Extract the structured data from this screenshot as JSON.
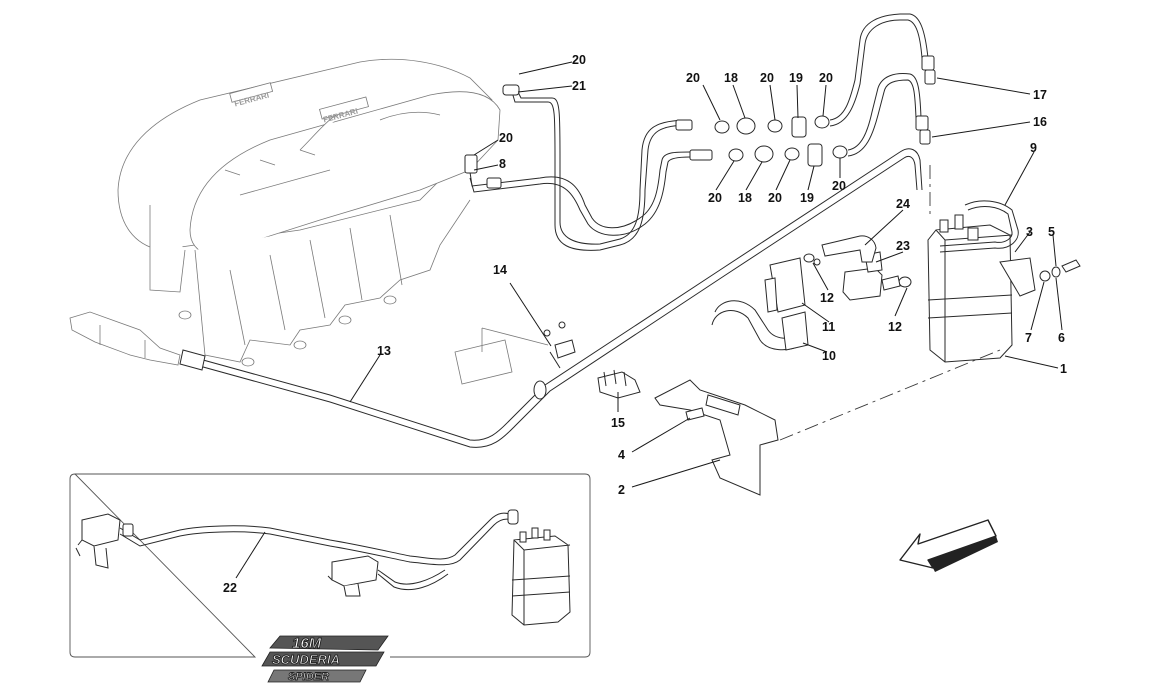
{
  "diagram": {
    "callouts": [
      {
        "id": "c20a",
        "text": "20"
      },
      {
        "id": "c21",
        "text": "21"
      },
      {
        "id": "c20b",
        "text": "20"
      },
      {
        "id": "c8",
        "text": "8"
      },
      {
        "id": "c20c",
        "text": "20"
      },
      {
        "id": "c18a",
        "text": "18"
      },
      {
        "id": "c20d",
        "text": "20"
      },
      {
        "id": "c19a",
        "text": "19"
      },
      {
        "id": "c20e",
        "text": "20"
      },
      {
        "id": "c20f",
        "text": "20"
      },
      {
        "id": "c18b",
        "text": "18"
      },
      {
        "id": "c20g",
        "text": "20"
      },
      {
        "id": "c19b",
        "text": "19"
      },
      {
        "id": "c20h",
        "text": "20"
      },
      {
        "id": "c17",
        "text": "17"
      },
      {
        "id": "c16",
        "text": "16"
      },
      {
        "id": "c9",
        "text": "9"
      },
      {
        "id": "c24",
        "text": "24"
      },
      {
        "id": "c23",
        "text": "23"
      },
      {
        "id": "c3",
        "text": "3"
      },
      {
        "id": "c5",
        "text": "5"
      },
      {
        "id": "c12a",
        "text": "12"
      },
      {
        "id": "c12b",
        "text": "12"
      },
      {
        "id": "c11",
        "text": "11"
      },
      {
        "id": "c10",
        "text": "10"
      },
      {
        "id": "c7",
        "text": "7"
      },
      {
        "id": "c6",
        "text": "6"
      },
      {
        "id": "c1",
        "text": "1"
      },
      {
        "id": "c14",
        "text": "14"
      },
      {
        "id": "c13",
        "text": "13"
      },
      {
        "id": "c15",
        "text": "15"
      },
      {
        "id": "c4",
        "text": "4"
      },
      {
        "id": "c2",
        "text": "2"
      },
      {
        "id": "c22",
        "text": "22"
      }
    ],
    "badge": {
      "line1": "16M",
      "line2": "SCUDERIA",
      "line3": "SPIDER"
    },
    "manifold_logo": "FERRARI",
    "colors": {
      "line": "#2a2a2a",
      "label": "#111111",
      "background": "#ffffff",
      "badge_fill": "#555555"
    },
    "icons": {
      "direction_arrow": "arrow-down-left-icon"
    }
  }
}
